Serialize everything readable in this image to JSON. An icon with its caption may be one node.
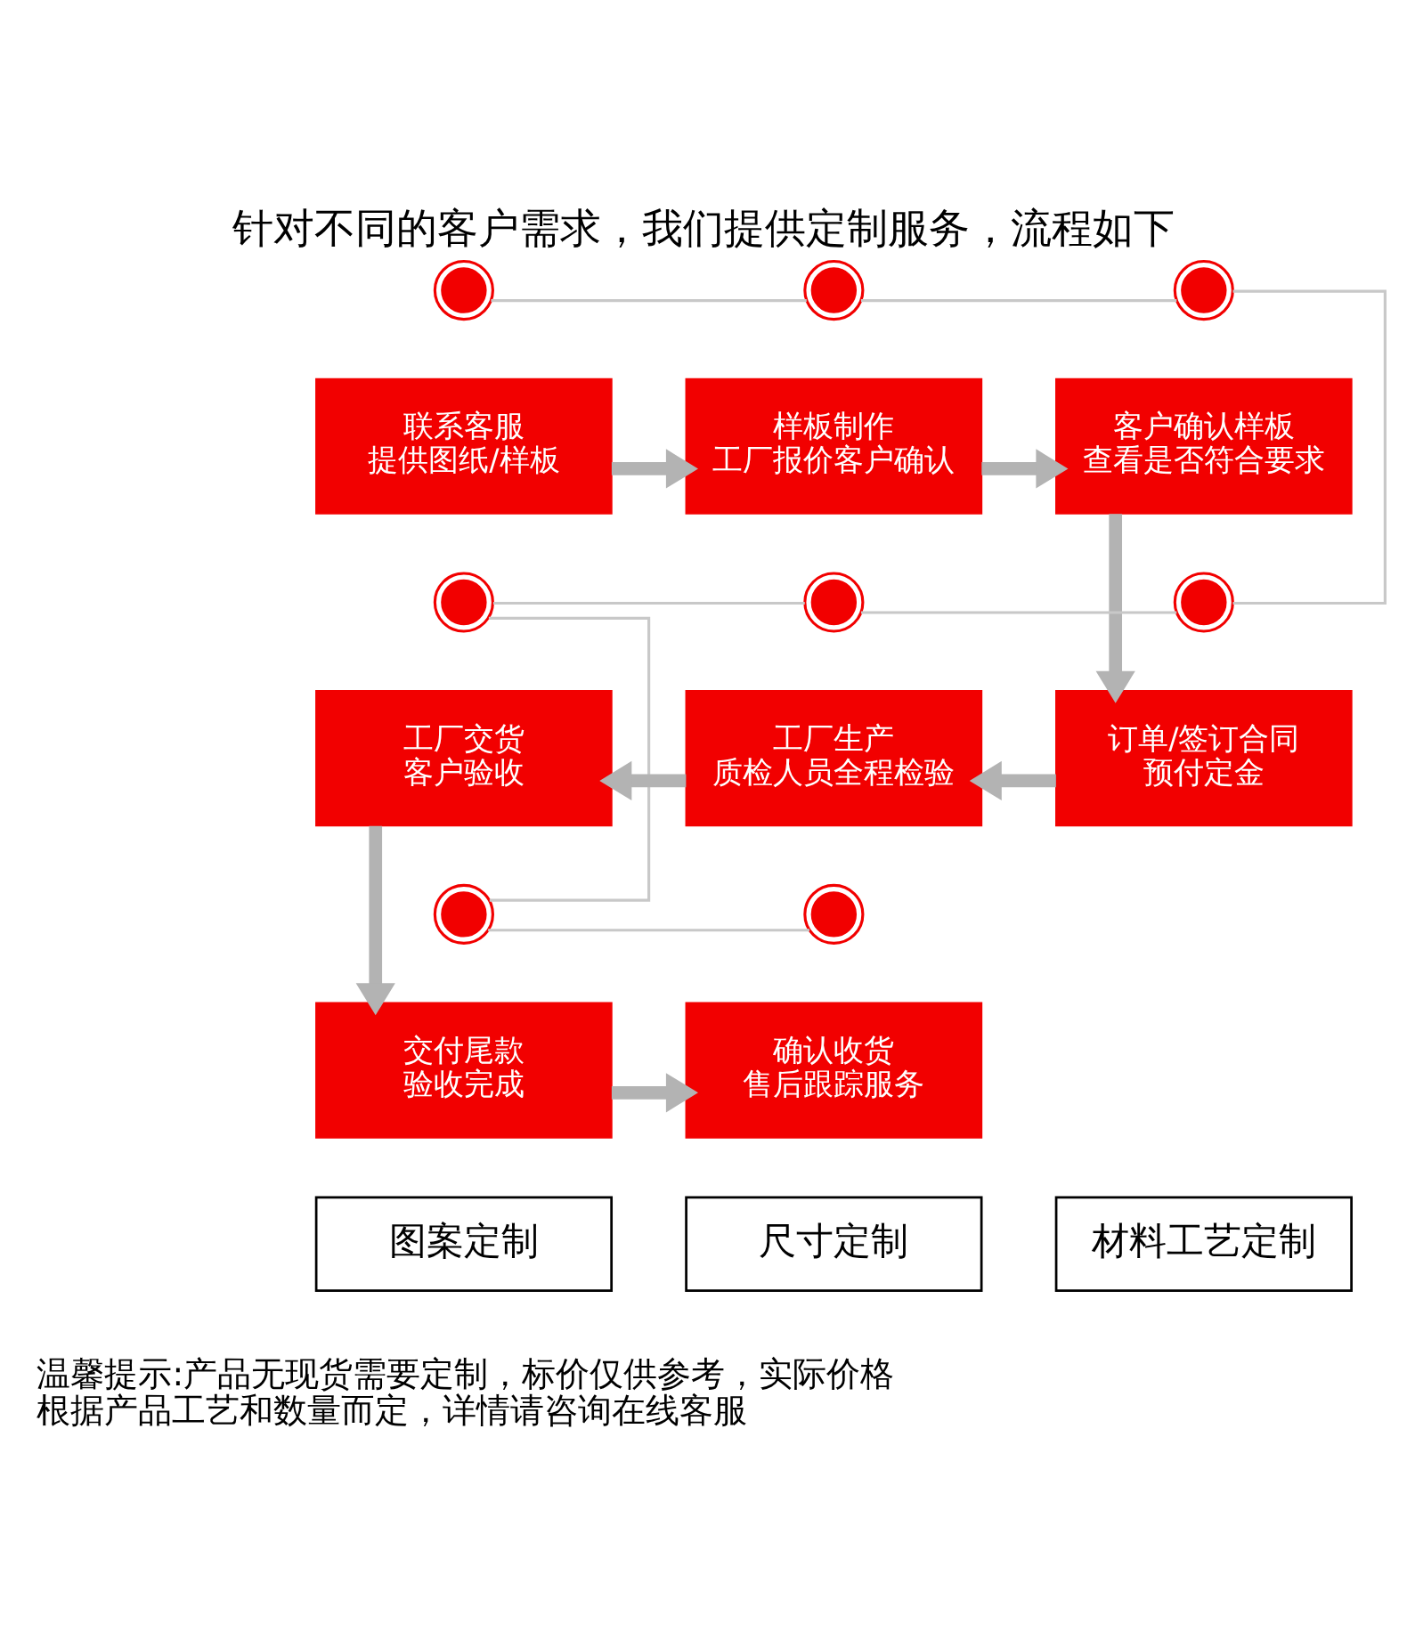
{
  "diagram": {
    "title": "针对不同的客户需求，我们提供定制服务，流程如下",
    "nodes": [
      {
        "text": [],
        "shape": "circle"
      },
      {
        "text": [],
        "shape": "circle"
      },
      {
        "text": [],
        "shape": "circle"
      },
      {
        "text": [
          "联系客服",
          "提供图纸/样板"
        ]
      },
      {
        "text": [
          "样板制作",
          "工厂报价客户确认"
        ]
      },
      {
        "text": [
          "客户确认样板",
          "查看是否符合要求"
        ]
      },
      {
        "text": [],
        "shape": "circle"
      },
      {
        "text": [],
        "shape": "circle"
      },
      {
        "text": [],
        "shape": "circle"
      },
      {
        "text": [
          "工厂交货",
          "客户验收"
        ]
      },
      {
        "text": [
          "工厂生产",
          "质检人员全程检验"
        ]
      },
      {
        "text": [
          "订单/签订合同",
          "预付定金"
        ]
      },
      {
        "text": [],
        "shape": "circle"
      },
      {
        "text": [],
        "shape": "circle"
      },
      {
        "text": [
          "交付尾款",
          "验收完成"
        ]
      },
      {
        "text": [
          "确认收货",
          "售后跟踪服务"
        ]
      },
      {
        "text": [
          "图案定制"
        ]
      },
      {
        "text": [
          "尺寸定制"
        ]
      },
      {
        "text": [
          "材料工艺定制"
        ]
      }
    ],
    "edges": [
      {
        "from": 0,
        "to": 1,
        "arrow": "none",
        "color": "#c8c8c8"
      },
      {
        "from": 1,
        "to": 2,
        "arrow": "none",
        "color": "#c8c8c8"
      },
      {
        "from": 2,
        "to": 8,
        "arrow": "none",
        "color": "#c8c8c8"
      },
      {
        "from": 8,
        "to": 7,
        "arrow": "none",
        "color": "#c8c8c8"
      },
      {
        "from": 7,
        "to": 6,
        "arrow": "none",
        "color": "#c8c8c8"
      },
      {
        "from": 6,
        "to": 12,
        "arrow": "none",
        "color": "#c8c8c8"
      },
      {
        "from": 12,
        "to": 13,
        "arrow": "none",
        "color": "#c8c8c8"
      },
      {
        "from": 3,
        "to": 4,
        "arrow": "to",
        "style": "thick"
      },
      {
        "from": 4,
        "to": 5,
        "arrow": "to",
        "style": "thick"
      },
      {
        "from": 5,
        "to": 11,
        "arrow": "to",
        "style": "thick"
      },
      {
        "from": 11,
        "to": 10,
        "arrow": "to",
        "style": "thick"
      },
      {
        "from": 10,
        "to": 9,
        "arrow": "to",
        "style": "thick"
      },
      {
        "from": 9,
        "to": 14,
        "arrow": "to",
        "style": "thick"
      },
      {
        "from": 14,
        "to": 15,
        "arrow": "to",
        "style": "thick"
      }
    ],
    "labels": [
      "温馨提示:产品无现货需要定制，标价仅供参考，实际价格根据产品工艺和数量而定，详情请咨询在线客服"
    ]
  }
}
